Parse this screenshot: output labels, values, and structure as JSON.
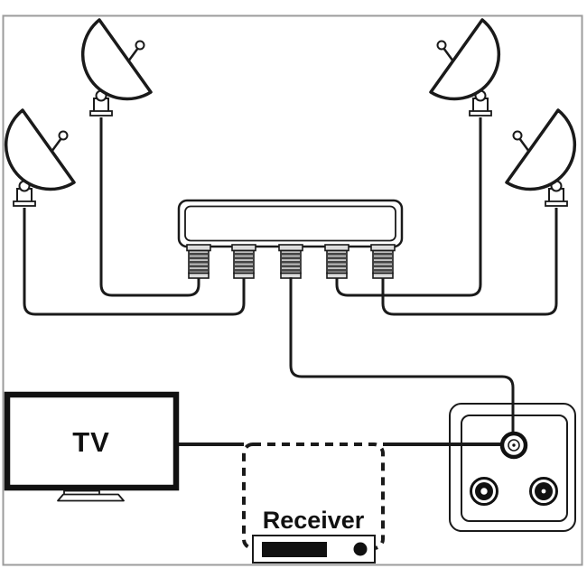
{
  "diagram": {
    "type": "satellite-tv-wiring-diagram",
    "labels": {
      "tv": "TV",
      "receiver": "Receiver"
    },
    "colors": {
      "line": "#1a1a1a",
      "frame": "#9c9c9c",
      "fill": "#ffffff",
      "connector_body": "#c2c2c2",
      "connector_cap": "#dcdcdc",
      "connector_stripe": "#454545",
      "device_fill": "#111111"
    },
    "components": [
      {
        "name": "satellite-dish-outer-left"
      },
      {
        "name": "satellite-dish-inner-left"
      },
      {
        "name": "satellite-dish-inner-right"
      },
      {
        "name": "satellite-dish-outer-right"
      },
      {
        "name": "multiswitch-5-ports"
      },
      {
        "name": "wall-outlet-3-ports"
      },
      {
        "name": "receiver-optional-dashed"
      },
      {
        "name": "tv"
      }
    ],
    "connections": [
      "satellite-dish-inner-left -> multiswitch-port-1",
      "satellite-dish-outer-left -> multiswitch-port-2",
      "multiswitch-port-3 -> wall-outlet-sat-port",
      "satellite-dish-inner-right -> multiswitch-port-4",
      "satellite-dish-outer-right -> multiswitch-port-5",
      "wall-outlet-sat-port -> receiver-dashed-path -> tv"
    ]
  }
}
